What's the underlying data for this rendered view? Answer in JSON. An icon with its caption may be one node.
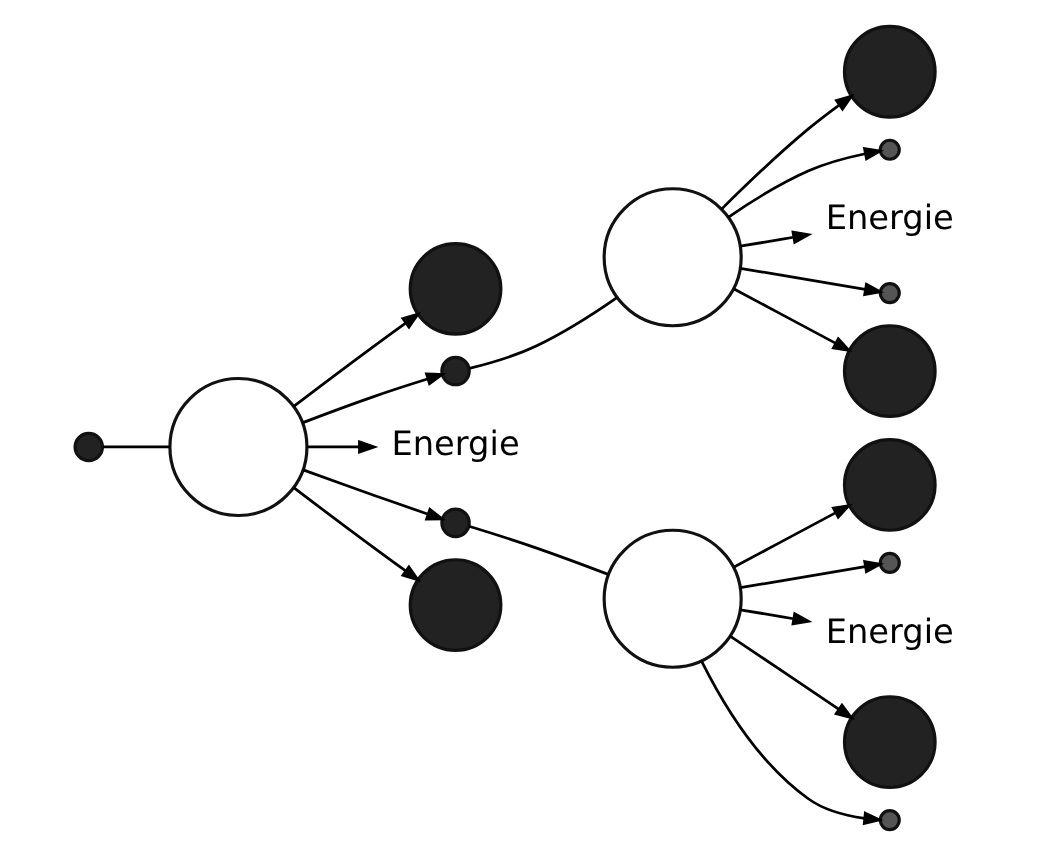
{
  "diagram": {
    "nodes": [
      {
        "text": [],
        "shape": "circle"
      },
      {
        "text": [],
        "shape": "circle"
      },
      {
        "text": [],
        "shape": "circle"
      },
      {
        "text": [],
        "shape": "circle"
      },
      {
        "text": [
          "Energie"
        ]
      },
      {
        "text": [],
        "shape": "circle"
      },
      {
        "text": [],
        "shape": "circle"
      },
      {
        "text": [],
        "shape": "circle"
      },
      {
        "text": [],
        "shape": "circle"
      },
      {
        "text": [],
        "shape": "circle"
      },
      {
        "text": [],
        "shape": "circle"
      },
      {
        "text": [
          "Energie"
        ]
      },
      {
        "text": [],
        "shape": "circle"
      },
      {
        "text": [],
        "shape": "circle"
      },
      {
        "text": [],
        "shape": "circle"
      },
      {
        "text": [],
        "shape": "circle"
      },
      {
        "text": [
          "Energie"
        ]
      },
      {
        "text": [],
        "shape": "circle"
      },
      {
        "text": [],
        "shape": "circle"
      }
    ],
    "edges": [
      {
        "from": 0,
        "to": 1,
        "arrow": "none"
      },
      {
        "from": 1,
        "to": 2,
        "arrow": "to"
      },
      {
        "from": 1,
        "to": 3,
        "arrow": "to"
      },
      {
        "from": 1,
        "to": 4,
        "arrow": "to"
      },
      {
        "from": 1,
        "to": 5,
        "arrow": "to"
      },
      {
        "from": 1,
        "to": 6,
        "arrow": "to"
      },
      {
        "from": 3,
        "to": 7,
        "arrow": "none"
      },
      {
        "from": 5,
        "to": 8,
        "arrow": "none"
      },
      {
        "from": 7,
        "to": 9,
        "arrow": "to"
      },
      {
        "from": 7,
        "to": 10,
        "arrow": "to"
      },
      {
        "from": 7,
        "to": 11,
        "arrow": "to"
      },
      {
        "from": 7,
        "to": 12,
        "arrow": "to"
      },
      {
        "from": 7,
        "to": 13,
        "arrow": "to"
      },
      {
        "from": 8,
        "to": 14,
        "arrow": "to"
      },
      {
        "from": 8,
        "to": 15,
        "arrow": "to"
      },
      {
        "from": 8,
        "to": 16,
        "arrow": "to"
      },
      {
        "from": 8,
        "to": 17,
        "arrow": "to"
      },
      {
        "from": 8,
        "to": 18,
        "arrow": "to"
      }
    ]
  }
}
